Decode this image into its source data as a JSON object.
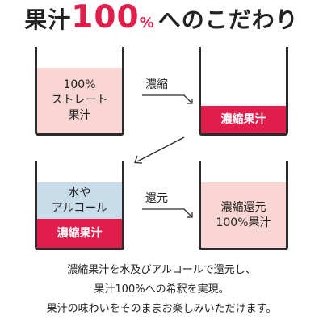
{
  "title": {
    "prefix": "果汁",
    "number": "100",
    "percent": "%",
    "suffix": "へのこだわり"
  },
  "colors": {
    "accent": "#e01d4b",
    "pink_fill": "#f9d6d3",
    "blue_fill": "#c9dcea",
    "outline": "#2b2b2b"
  },
  "steps": {
    "straight": {
      "lines": [
        "100%",
        "ストレート",
        "果汁"
      ]
    },
    "concentrated": {
      "label": "濃縮果汁"
    },
    "mixed": {
      "top_lines": [
        "水や",
        "アルコール"
      ],
      "bottom_label": "濃縮果汁"
    },
    "restored": {
      "lines": [
        "濃縮還元",
        "100%果汁"
      ]
    }
  },
  "arrows": {
    "concentrate_label": "濃縮",
    "restore_label": "還元"
  },
  "caption": {
    "lines": [
      "濃縮果汁を水及びアルコールで還元し、",
      "果汁100%への希釈を実現。",
      "果汁の味わいをそのままお楽しみいただけます。"
    ]
  }
}
